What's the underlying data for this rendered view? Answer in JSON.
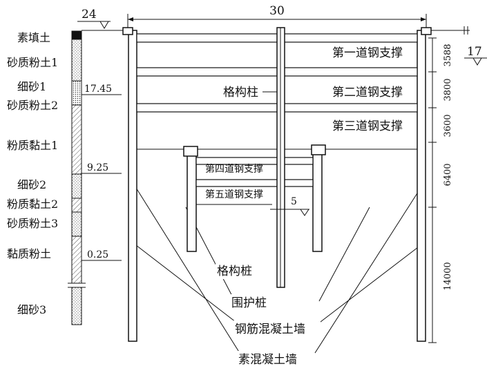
{
  "top_dimension": "30",
  "left_level_mark": "24",
  "right_level_mark": "17",
  "small_level_mark": "5",
  "soil_layers": [
    "素填土",
    "砂质粉土1",
    "细砂1",
    "砂质粉土2",
    "粉质黏土1",
    "细砂2",
    "粉质黏土2",
    "砂质粉土3",
    "黏质粉土",
    "细砂3"
  ],
  "depth_marks": [
    "17.45",
    "9.25",
    "0.25"
  ],
  "struts": [
    "第一道钢支撑",
    "第二道钢支撑",
    "第三道钢支撑",
    "第四道钢支撑",
    "第五道钢支撑"
  ],
  "column_label": "格构柱",
  "callouts": [
    "格构桩",
    "围护桩",
    "钢筋混凝土墙",
    "素混凝土墙"
  ],
  "vertical_dimensions": [
    "3588",
    "3800",
    "3600",
    "6400",
    "14000"
  ]
}
